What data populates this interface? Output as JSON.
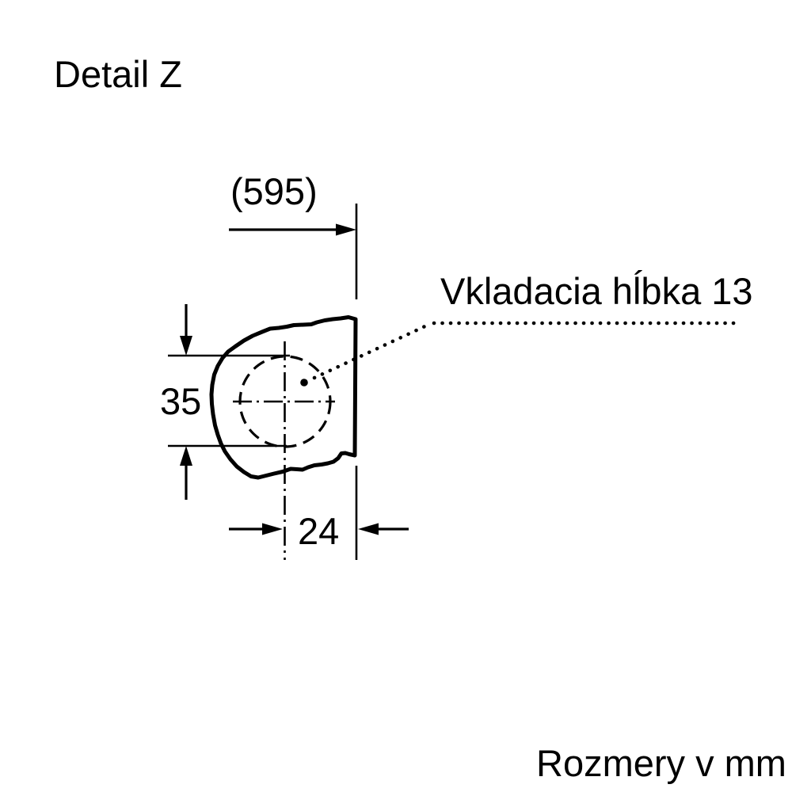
{
  "page": {
    "title": "Detail Z",
    "footer": "Rozmery v mm"
  },
  "drawing": {
    "annotation": "Vkladacia hĺbka 13",
    "dimensions": {
      "overall_width": {
        "label": "(595)",
        "value": 595
      },
      "cup_height": {
        "label": "35",
        "value": 35
      },
      "cup_edge_distance": {
        "label": "24",
        "value": 24
      },
      "insertion_depth": {
        "label": "Vkladacia hĺbka 13",
        "value": 13
      }
    },
    "colors": {
      "line": "#000000",
      "background": "#ffffff"
    }
  }
}
